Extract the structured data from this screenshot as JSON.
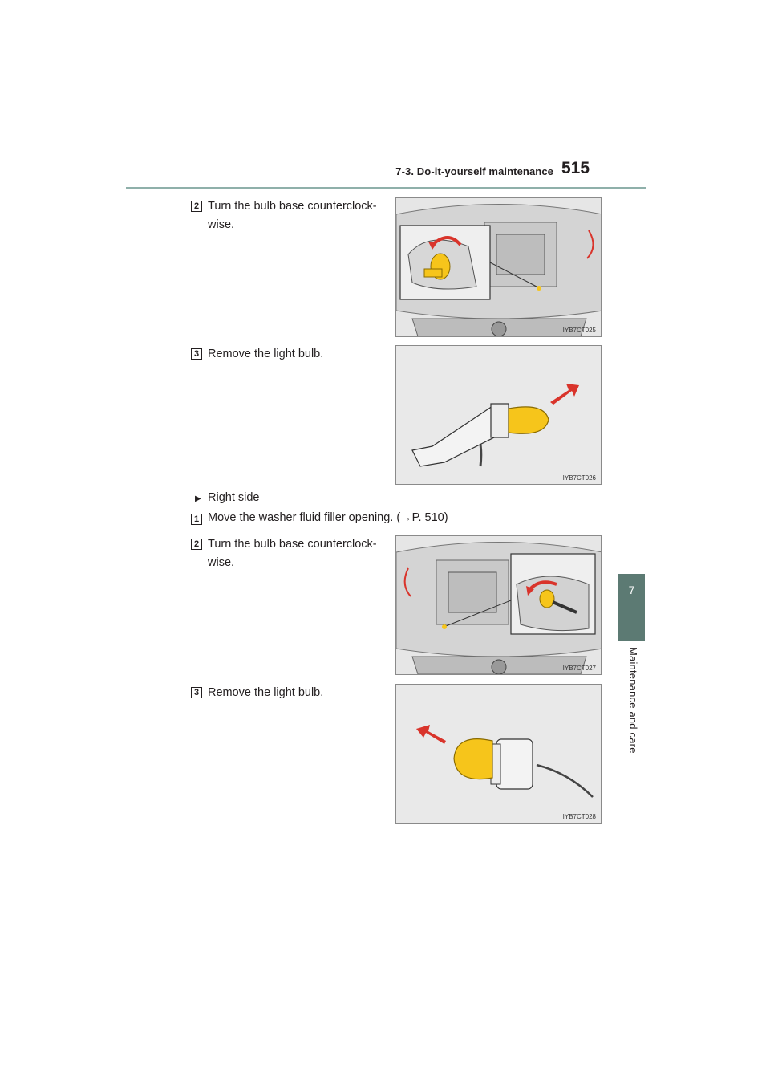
{
  "header": {
    "section_title": "7-3. Do-it-yourself maintenance",
    "page_number": "515"
  },
  "side_tab": {
    "chapter_number": "7",
    "chapter_title": "Maintenance and care"
  },
  "left_side_steps": [
    {
      "number": "2",
      "text": "Turn the bulb base counterclock-wise.",
      "figure_code": "IYB7CT025"
    },
    {
      "number": "3",
      "text": "Remove the light bulb.",
      "figure_code": "IYB7CT026"
    }
  ],
  "right_side": {
    "bullet_label": "Right side",
    "step1_number": "1",
    "step1_text": "Move the washer fluid filler opening. (→P. 510)",
    "steps": [
      {
        "number": "2",
        "text": "Turn the bulb base counterclock-wise.",
        "figure_code": "IYB7CT027"
      },
      {
        "number": "3",
        "text": "Remove the light bulb.",
        "figure_code": "IYB7CT028"
      }
    ]
  },
  "colors": {
    "tab_bg": "#5c7a73",
    "rule": "#8fb0aa",
    "arrow_red": "#d9342b",
    "bulb_yellow": "#f6c51b"
  }
}
